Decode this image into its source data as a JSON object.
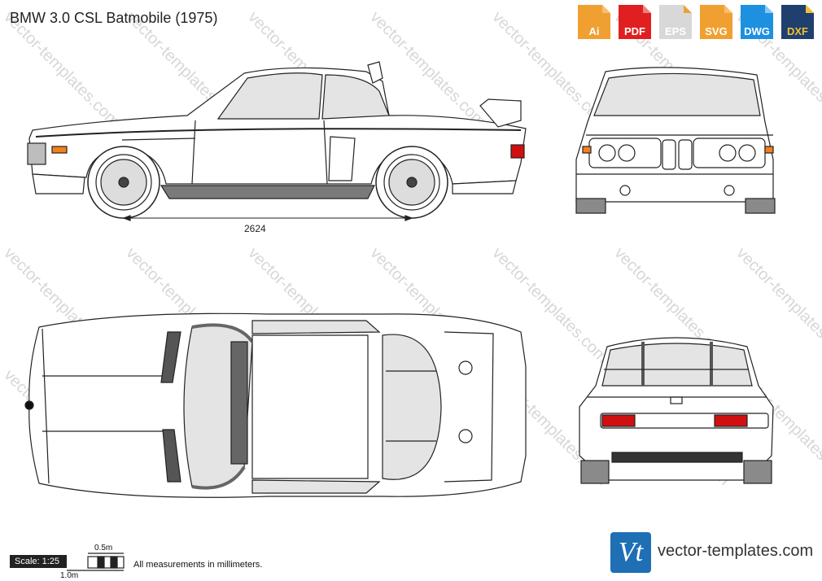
{
  "title": "BMW 3.0 CSL Batmobile (1975)",
  "formats": [
    {
      "label": "Ai",
      "color": "#f0a030"
    },
    {
      "label": "PDF",
      "color": "#e02020"
    },
    {
      "label": "EPS",
      "color": "#d8d8d8"
    },
    {
      "label": "SVG",
      "color": "#f0a030"
    },
    {
      "label": "DWG",
      "color": "#1e90e0"
    },
    {
      "label": "DXF",
      "color": "#1f3f6f"
    }
  ],
  "watermark": "vector-templates.com",
  "dimension": "2624",
  "scale": {
    "label": "Scale: 1:25",
    "half_label": "0.5m",
    "full_label": "1.0m",
    "note": "All measurements in millimeters."
  },
  "logo": {
    "glyph": "Vt",
    "text": "vector-templates.com"
  }
}
